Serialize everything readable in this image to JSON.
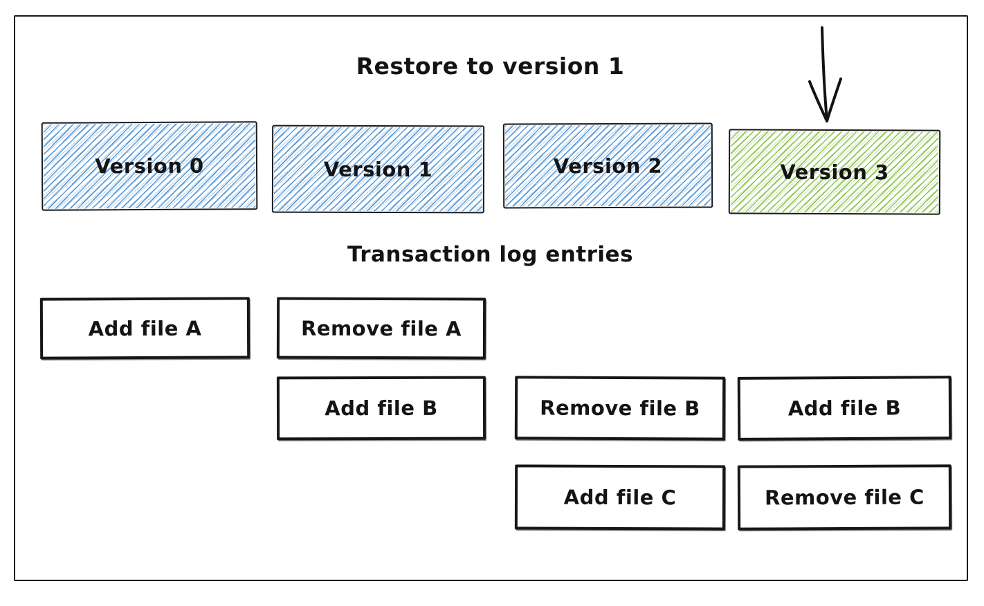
{
  "diagram": {
    "title": "Restore to version 1",
    "log_section_title": "Transaction log entries",
    "versions": [
      {
        "label": "Version 0",
        "fill": "blue"
      },
      {
        "label": "Version 1",
        "fill": "blue"
      },
      {
        "label": "Version 2",
        "fill": "blue"
      },
      {
        "label": "Version 3",
        "fill": "green",
        "pointed_by_arrow": true
      }
    ],
    "arrow": {
      "direction": "down",
      "points_to": "Version 3"
    },
    "log_entries": [
      {
        "label": "Add file A",
        "column": 1,
        "row": 1
      },
      {
        "label": "Remove file A",
        "column": 2,
        "row": 1
      },
      {
        "label": "Add file B",
        "column": 2,
        "row": 2
      },
      {
        "label": "Remove file B",
        "column": 3,
        "row": 2
      },
      {
        "label": "Add file B",
        "column": 4,
        "row": 2
      },
      {
        "label": "Add file C",
        "column": 3,
        "row": 3
      },
      {
        "label": "Remove file C",
        "column": 4,
        "row": 3
      }
    ],
    "colors": {
      "blue_hatch": "#5b9bd8",
      "green_hatch": "#8fc653",
      "stroke": "#1a1a1a",
      "background": "#ffffff"
    }
  }
}
